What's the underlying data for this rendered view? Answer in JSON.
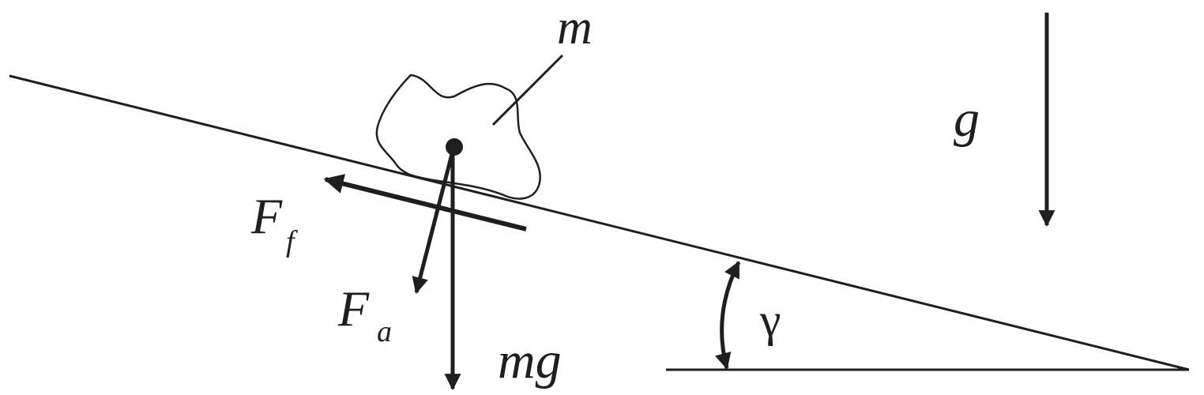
{
  "labels": {
    "mass": "m",
    "gravity": "g",
    "friction_main": "F",
    "friction_sub": "f",
    "applied_main": "F",
    "applied_sub": "a",
    "weight": "mg",
    "angle": "γ"
  },
  "colors": {
    "ink": "#1f1f1f",
    "background": "#ffffff"
  }
}
